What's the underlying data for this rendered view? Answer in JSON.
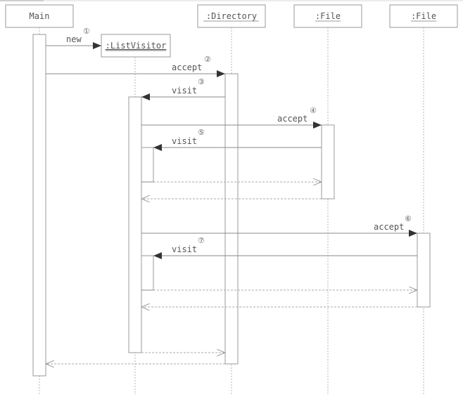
{
  "diagram": {
    "type": "sequence",
    "colors": {
      "line": "#8a8a8a",
      "box_border": "#9a9a9a",
      "text": "#555555",
      "arrowhead": "#333333"
    },
    "participants": [
      {
        "id": "main",
        "label": "Main",
        "underlined": false
      },
      {
        "id": "listvisitor",
        "label": ":ListVisitor",
        "underlined": true
      },
      {
        "id": "directory",
        "label": ":Directory",
        "underlined": true
      },
      {
        "id": "file1",
        "label": ":File",
        "underlined": true
      },
      {
        "id": "file2",
        "label": ":File",
        "underlined": true
      }
    ],
    "messages": [
      {
        "num": "①",
        "label": "new",
        "from": "main",
        "to": "listvisitor",
        "kind": "create"
      },
      {
        "num": "②",
        "label": "accept",
        "from": "main",
        "to": "directory",
        "kind": "call"
      },
      {
        "num": "③",
        "label": "visit",
        "from": "directory",
        "to": "listvisitor",
        "kind": "call"
      },
      {
        "num": "④",
        "label": "accept",
        "from": "listvisitor",
        "to": "file1",
        "kind": "call"
      },
      {
        "num": "⑤",
        "label": "visit",
        "from": "file1",
        "to": "listvisitor",
        "kind": "call"
      },
      {
        "num": "",
        "label": "",
        "from": "listvisitor",
        "to": "file1",
        "kind": "return"
      },
      {
        "num": "",
        "label": "",
        "from": "file1",
        "to": "listvisitor",
        "kind": "return"
      },
      {
        "num": "⑥",
        "label": "accept",
        "from": "listvisitor",
        "to": "file2",
        "kind": "call"
      },
      {
        "num": "⑦",
        "label": "visit",
        "from": "file2",
        "to": "listvisitor",
        "kind": "call"
      },
      {
        "num": "",
        "label": "",
        "from": "listvisitor",
        "to": "file2",
        "kind": "return"
      },
      {
        "num": "",
        "label": "",
        "from": "file2",
        "to": "listvisitor",
        "kind": "return"
      },
      {
        "num": "",
        "label": "",
        "from": "listvisitor",
        "to": "directory",
        "kind": "return"
      },
      {
        "num": "",
        "label": "",
        "from": "directory",
        "to": "main",
        "kind": "return"
      }
    ]
  }
}
